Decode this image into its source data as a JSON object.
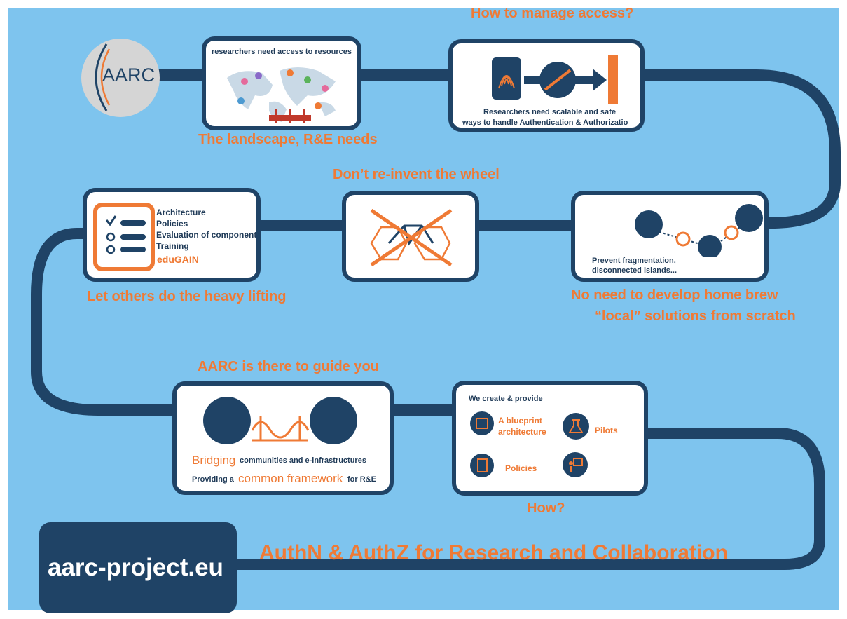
{
  "logo": {
    "text": "AARC"
  },
  "panels": {
    "landscape": {
      "inner_text": "researchers need access to resources",
      "caption": "The landscape, R&E needs"
    },
    "access": {
      "caption": "How to manage access?",
      "line1": "Researchers need scalable and safe",
      "line2": "ways to handle Authentication & Authorizatio"
    },
    "islands": {
      "line1": "Prevent fragmentation,",
      "line2": "disconnected islands...",
      "caption_line1": "No need to develop home brew",
      "caption_line2": "“local” solutions from scratch"
    },
    "wheel": {
      "caption": "Don’t re-invent the wheel"
    },
    "lifting": {
      "items": [
        "Architecture",
        "Policies",
        "Evaluation of components",
        "Training"
      ],
      "edugain": "eduGAIN",
      "caption": "Let others do the heavy lifting"
    },
    "guide": {
      "caption": "AARC is there to guide you",
      "bridging": "Bridging",
      "bridging_rest": " communities and e-infrastructures",
      "providing": "Providing a ",
      "common": "common framework",
      "for_re": " for R&E"
    },
    "how": {
      "header": "We create & provide",
      "blueprint_line1": "A blueprint",
      "blueprint_line2": "architecture",
      "pilots": "Pilots",
      "policies": "Policies",
      "caption": "How?"
    }
  },
  "footer": {
    "url": "aarc-project.eu",
    "tagline": "AuthN & AuthZ for Research and Collaboration"
  },
  "colors": {
    "background": "#7ec4ee",
    "navy": "#1f4366",
    "orange": "#ef7a35"
  }
}
